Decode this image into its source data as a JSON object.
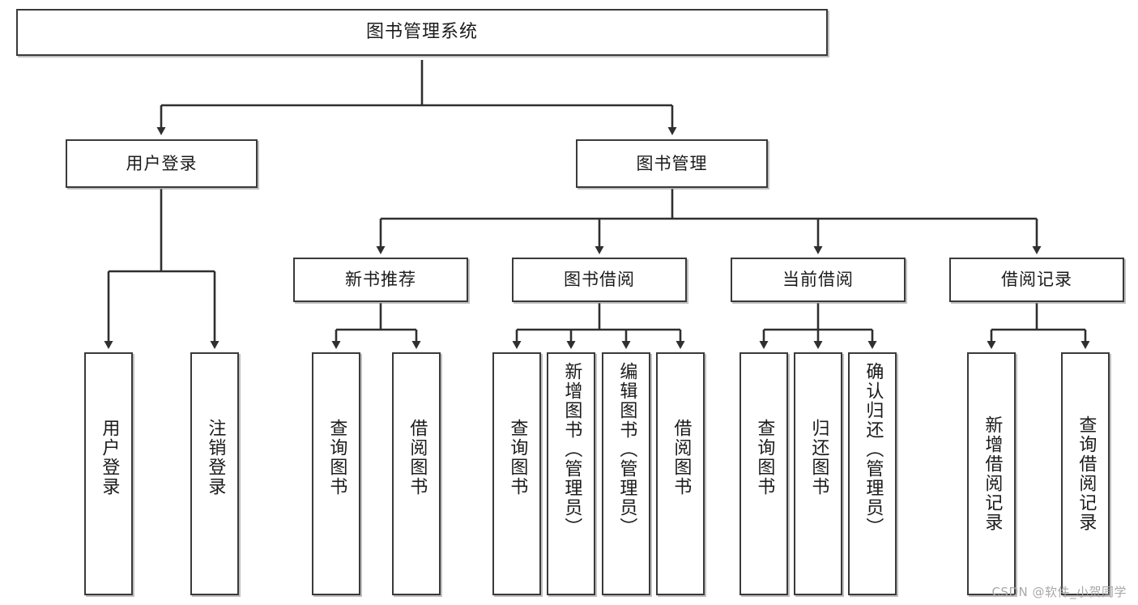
{
  "diagram": {
    "title_text": "图书管理系统",
    "type": "hierarchy-tree",
    "watermark": "CSDN @软件_小贺同学",
    "colors": {
      "background": "#ffffff",
      "box_border": "#3a3a3a",
      "box_fill": "#ffffff",
      "edge": "#2f2f2f",
      "text": "#1b1b1b",
      "watermark": "#a8a8a8"
    },
    "levels": {
      "root": "图书管理系统",
      "level2": [
        "用户登录",
        "图书管理"
      ],
      "level3": [
        "新书推荐",
        "图书借阅",
        "当前借阅",
        "借阅记录"
      ]
    },
    "nodes": {
      "root": {
        "label": "图书管理系统"
      },
      "user_login": {
        "label": "用户登录"
      },
      "book_manage": {
        "label": "图书管理"
      },
      "new_book_rec": {
        "label": "新书推荐"
      },
      "book_borrow": {
        "label": "图书借阅"
      },
      "current_borrow": {
        "label": "当前借阅"
      },
      "borrow_record": {
        "label": "借阅记录"
      }
    },
    "leaves": {
      "user_login": [
        {
          "label": "用户登录"
        },
        {
          "label": "注销登录"
        }
      ],
      "new_book_rec": [
        {
          "label": "查询图书"
        },
        {
          "label": "借阅图书"
        }
      ],
      "book_borrow": [
        {
          "label": "查询图书"
        },
        {
          "label": "新增图书（管理员）"
        },
        {
          "label": "编辑图书（管理员）"
        },
        {
          "label": "借阅图书"
        }
      ],
      "current_borrow": [
        {
          "label": "查询图书"
        },
        {
          "label": "归还图书"
        },
        {
          "label": "确认归还（管理员）"
        }
      ],
      "borrow_record": [
        {
          "label": "新增借阅记录"
        },
        {
          "label": "查询借阅记录"
        }
      ]
    }
  }
}
